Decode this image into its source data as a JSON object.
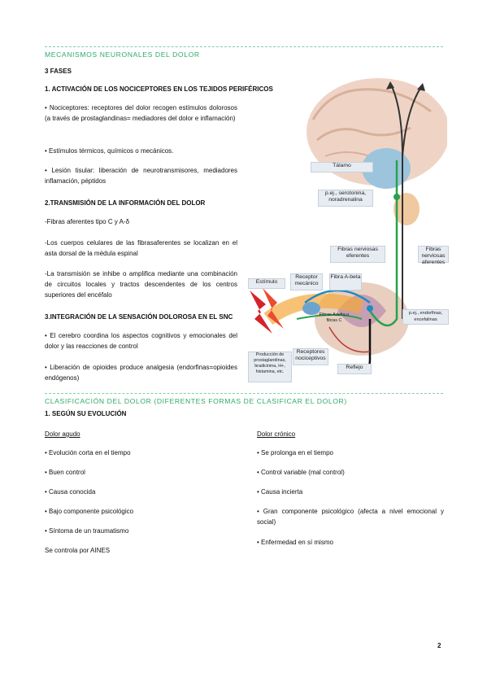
{
  "section1": {
    "title": "MECANISMOS NEURONALES DEL DOLOR",
    "fases": "3 FASES",
    "fase1_title": "1. ACTIVACIÓN DE LOS NOCICEPTORES EN LOS TEJIDOS PERIFÉRICOS",
    "fase1_items": [
      "• Nociceptores: receptores del dolor recogen estímulos dolorosos (a través de prostaglandinas= mediadores del dolor e inflamación)",
      "• Estímulos térmicos, químicos o mecánicos.",
      "• Lesión tisular: liberación de neurotransmisores, mediadores inflamación, péptidos"
    ],
    "fase2_title": "2.TRANSMISIÓN DE LA INFORMACIÓN DEL DOLOR",
    "fase2_items": [
      "-Fibras aferentes tipo C y A-δ",
      "-Los cuerpos celulares de las fibrasaferentes se localizan en el asta dorsal de la médula espinal",
      "-La transmisión se inhibe o amplifica mediante una combinación de circuitos locales y tractos descendentes de los centros superiores del encéfalo"
    ],
    "fase3_title": "3.INTEGRACIÓN DE LA SENSACIÓN DOLOROSA EN EL SNC",
    "fase3_items": [
      "• El cerebro coordina los aspectos cognitivos y emocionales del dolor y las reacciones de control",
      "• Liberación de opioides produce analgesia (endorfinas=opioides endógenos)"
    ]
  },
  "figure": {
    "talamo": "Tálamo",
    "serotonina": "p.ej., serotonina, noradrenalina",
    "fibras_eferentes": "Fibras nerviosas eferentes",
    "fibras_aferentes": "Fibras nerviosas aferentes",
    "estimulo": "Estímulo",
    "receptor": "Receptor mecánico",
    "fibra_abeta": "Fibra A-beta",
    "fibras_adelta": "Fibras Adelta o fibras C",
    "endorfinas": "p.ej., endorfinas, encefalinas",
    "produccion": "Producción de prostaglandinas, bradicinina, H+, histamina, etc.",
    "receptores_nociceptivos": "Receptores nociceptivos",
    "reflejo": "Reflejo"
  },
  "section2": {
    "title": "CLASIFICACIÓN DEL DOLOR (DIFERENTES FORMAS DE CLASIFICAR EL DOLOR)",
    "subtitle": "1. SEGÚN SU EVOLUCIÓN",
    "agudo_heading": "Dolor agudo",
    "agudo_items": [
      "• Evolución corta en el tiempo",
      "• Buen control",
      "• Causa conocida",
      "• Bajo componente psicológico",
      "• Síntoma de un traumatismo"
    ],
    "agudo_footer": "Se controla por AINES",
    "cronico_heading": "Dolor crónico",
    "cronico_items": [
      "• Se prolonga en el tiempo",
      "• Control variable (mal control)",
      "• Causa incierta",
      "• Gran componente psicológico (afecta a nivel emocional y social)",
      "• Enfermedad en sí mismo"
    ]
  },
  "page_number": "2",
  "colors": {
    "accent": "#2eaa6a",
    "divider": "#7fd0a6"
  }
}
